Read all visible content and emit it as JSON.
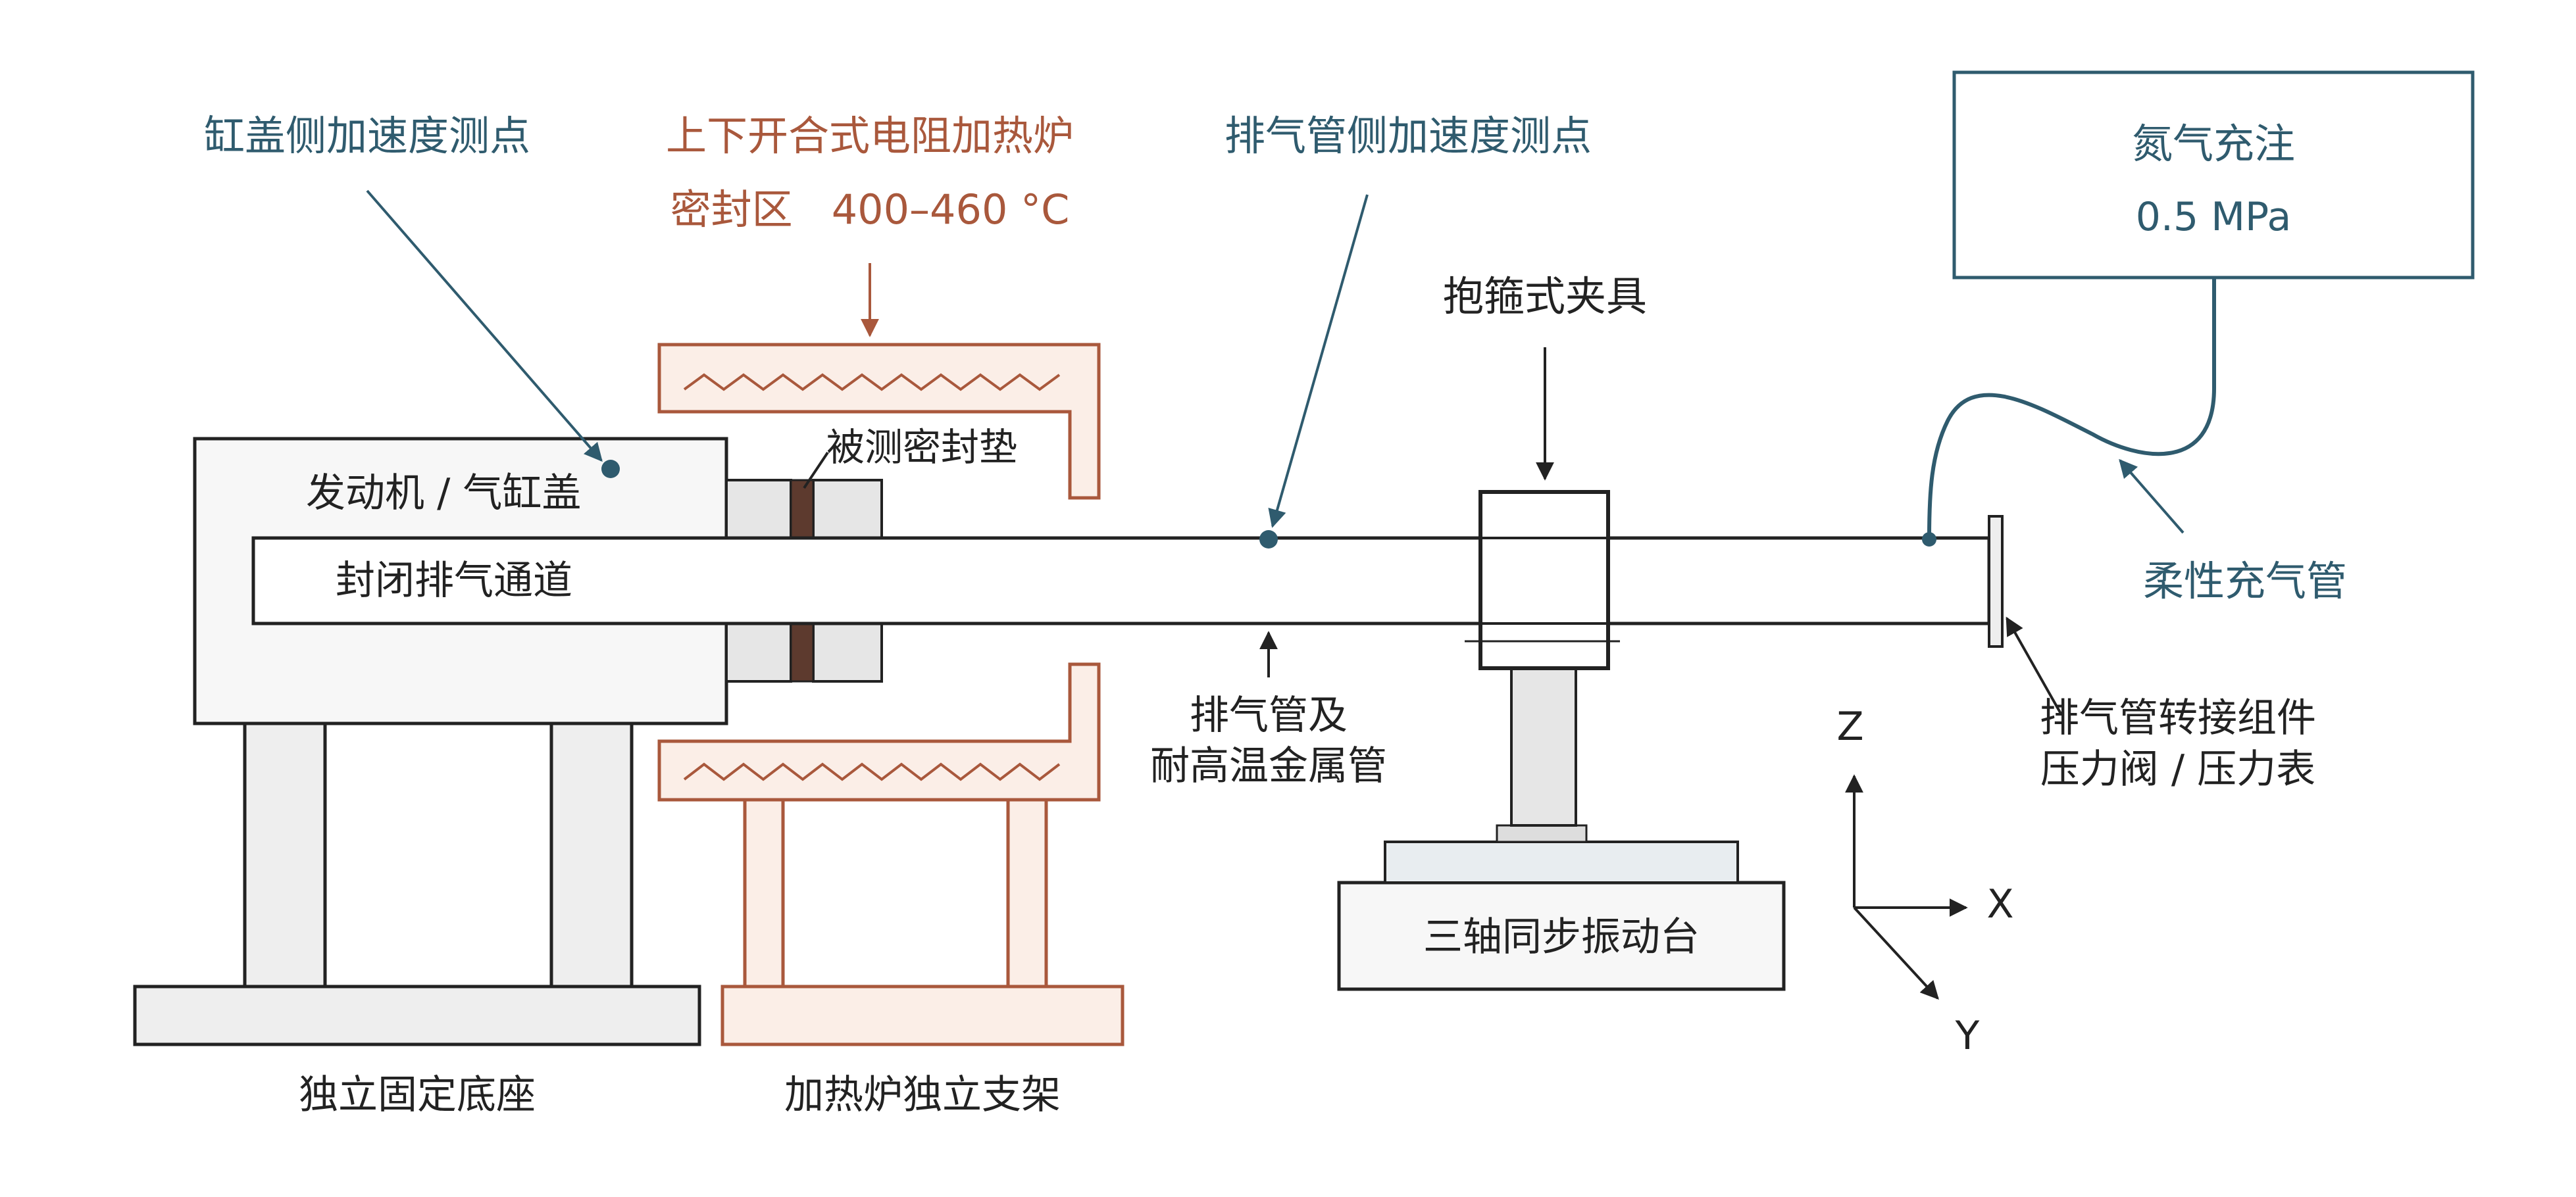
{
  "colors": {
    "ink": "#222222",
    "teal": "#2f5b6e",
    "rust": "#a9583c",
    "furnace_fill": "#fbeee7",
    "gray_fill": "#eeeeee",
    "light_fill": "#f7f7f7",
    "gasket": "#5d3a2e",
    "shaker_top": "#e8edf0"
  },
  "labels": {
    "head_accel_point": "缸盖侧加速度测点",
    "furnace_title": "上下开合式电阻加热炉",
    "seal_zone": "密封区   400–460 °C",
    "exhaust_accel_point": "排气管侧加速度测点",
    "nitrogen_title": "氮气充注",
    "nitrogen_pressure": "0.5 MPa",
    "clamp": "抱箍式夹具",
    "gasket": "被测密封垫",
    "engine": "发动机 / 气缸盖",
    "channel": "封闭排气通道",
    "pipe_line1": "排气管及",
    "pipe_line2": "耐高温金属管",
    "flex_hose": "柔性充气管",
    "adapter_line1": "排气管转接组件",
    "adapter_line2": "压力阀 / 压力表",
    "shaker": "三轴同步振动台",
    "base": "独立固定底座",
    "furnace_stand": "加热炉独立支架",
    "axis_z": "Z",
    "axis_x": "X",
    "axis_y": "Y"
  }
}
